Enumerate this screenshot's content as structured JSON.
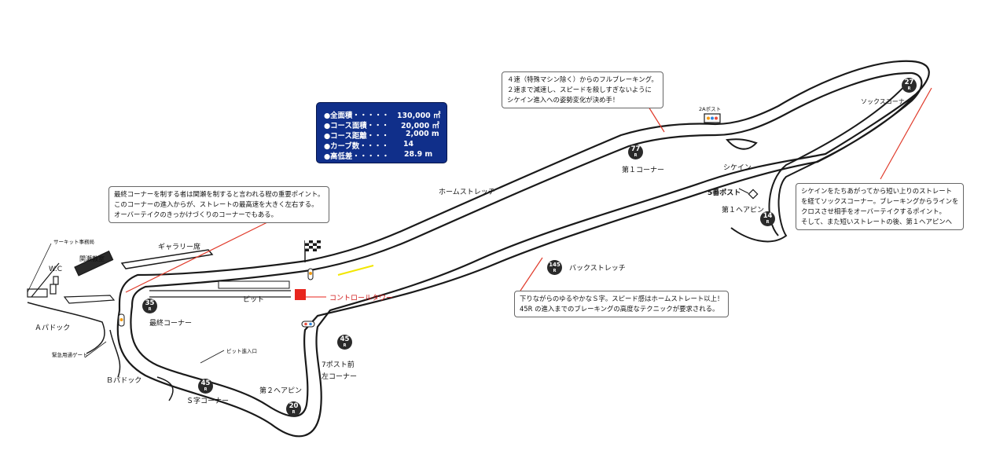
{
  "stats_panel": {
    "rows": [
      {
        "label": "●全面積・・・・・",
        "value": "130,000 ㎡"
      },
      {
        "label": "●コース面積・・・",
        "value": "20,000 ㎡"
      },
      {
        "label": "●コース距離・・・",
        "value": "2,000 m"
      },
      {
        "label": "●カーブ数・・・・",
        "value": "14"
      },
      {
        "label": "●高低差・・・・・",
        "value": "28.9 m"
      }
    ]
  },
  "notes": {
    "first_corner": [
      "４速（特殊マシン除く）からのフルブレーキング。",
      "２速まで減速し、スピードを殺しすぎないように",
      "シケイン進入への姿勢変化が決め手！"
    ],
    "last_corner": [
      "最終コーナーを制する者は関瀬を制すると言われる程の重要ポイント。",
      "このコーナーの進入からが、ストレートの最高速を大きく左右する。",
      "オーバーテイクのきっかけづくりのコーナーでもある。"
    ],
    "sox_corner": [
      "シケインをたちあがってから短い上りのストレート",
      "を経てソックスコーナー。ブレーキングからラインを",
      "クロスさせ相手をオーバーテイクするポイント。",
      "そして、また短いストレートの後、第１ヘアピンへ"
    ],
    "s_curve": [
      "下りながらのゆるやかなＳ字。スピード感はホームストレート以上！",
      "45R の進入までのブレーキングの高度なテクニックが要求される。"
    ]
  },
  "labels": {
    "home_straight": "ホームストレッチ",
    "back_straight": "バックストレッチ",
    "first_corner": "第１コーナー",
    "chicane": "シケイン",
    "sox_corner": "ソックスコーナー",
    "post_2a": "2Aポスト",
    "post_5": "5番ポスト",
    "hairpin_1": "第１ヘアピン",
    "hairpin_2": "第２ヘアピン",
    "post_7_line1": "7ポスト前",
    "post_7_line2": "左コーナー",
    "s_corner": "Ｓ字コーナー",
    "last_corner": "最終コーナー",
    "pit": "ピット",
    "pit_entry": "ピット進入口",
    "control_tower": "コントロールタワー",
    "gallery": "ギャラリー席",
    "circuit_office": "サーキット事務局",
    "school": "関瀬教室",
    "wc": "W.C",
    "paddock_a": "Ａパドック",
    "paddock_b": "Ｂパドック",
    "emergency_gate": "緊急用通ゲート"
  },
  "radii": [
    {
      "id": "77",
      "name": "first-corner"
    },
    {
      "id": "27",
      "name": "sox-corner"
    },
    {
      "id": "14",
      "name": "hairpin-1"
    },
    {
      "id": "145",
      "name": "back-straight"
    },
    {
      "id": "45",
      "name": "post7"
    },
    {
      "id": "20",
      "name": "hairpin-2"
    },
    {
      "id": "45",
      "name": "s-corner"
    },
    {
      "id": "35",
      "name": "last-corner"
    }
  ],
  "radius_suffix": "R",
  "colors": {
    "track": "#1a1a1a",
    "stats_bg": "#102f8a",
    "stats_bullet": "#ffd400",
    "callout_line": "#e03a2a",
    "control_tower": "#e8261e",
    "text_red": "#d11a1a"
  }
}
